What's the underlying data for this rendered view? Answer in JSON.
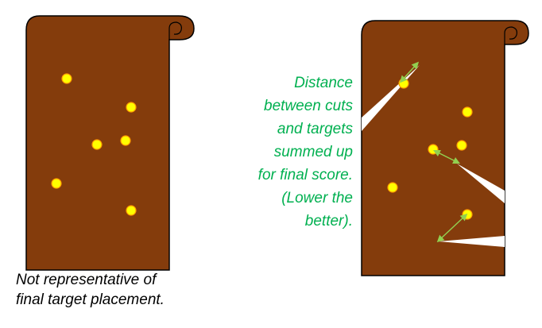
{
  "colors": {
    "scroll_fill": "#843c0c",
    "scroll_stroke": "#000000",
    "target_fill": "#ffff00",
    "target_stroke": "#ff9900",
    "arrow": "#92d050",
    "caption_green": "#00b050",
    "caption_black": "#000000"
  },
  "caption_left_lines": [
    "Not representative of",
    "final target placement."
  ],
  "caption_right_lines": [
    "Distance",
    "between cuts",
    "and targets",
    "summed up",
    "for final score.",
    "(Lower the",
    "better)."
  ]
}
